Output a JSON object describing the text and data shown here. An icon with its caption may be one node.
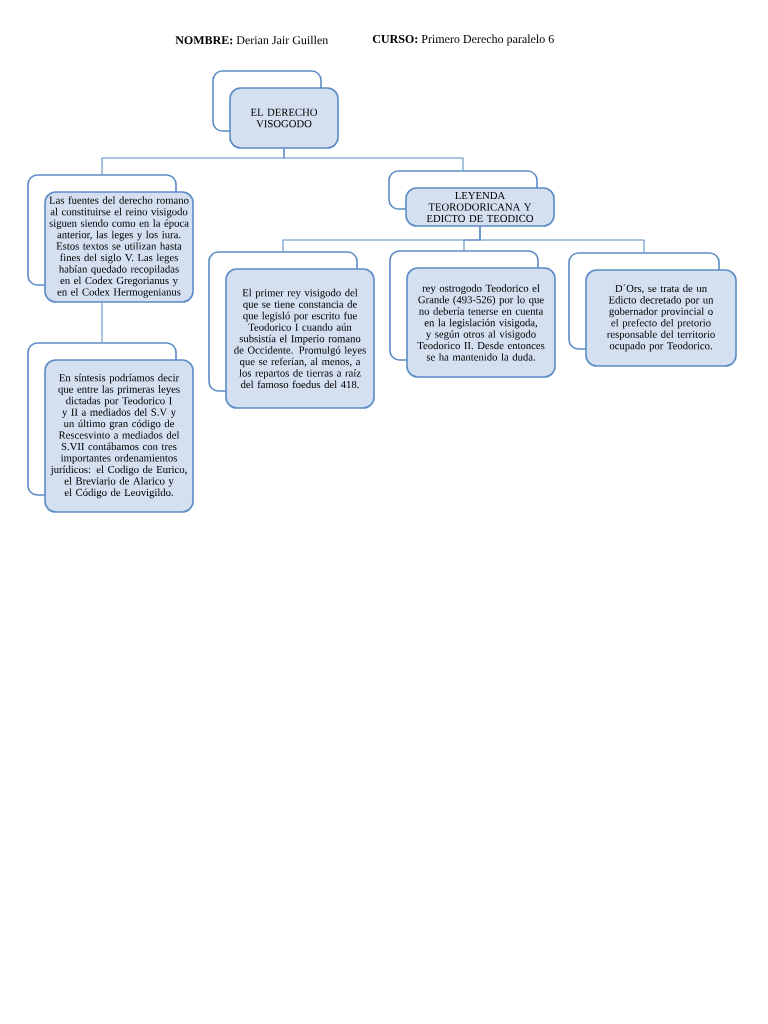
{
  "diagram": {
    "nodes": [
      {
        "text": [
          "EL DERECHO VISOGODO"
        ]
      },
      {
        "text": [
          "Las fuentes del derecho romano al constituirse el reino visigodo siguen siendo como en la época anterior, las leges y los iura. Estos textos se utilizan hasta fines del siglo V. Las leges habían quedado recopiladas en el Codex Gregorianus y en el Codex Hermogenianus"
        ]
      },
      {
        "text": [
          "En síntesis podríamos decir que entre las primeras leyes dictadas por Teodorico I y II a mediados del S.V y un último gran código de Rescesvinto a mediados del S.VII contábamos con tres importantes ordenamientos jurídicos: el Codigo de Eurico, el Breviario de Alarico y el Código de Leovigildo."
        ]
      },
      {
        "text": [
          "LEYENDA TEORODORICANA Y EDICTO DE TEODICO"
        ]
      },
      {
        "text": [
          "El primer rey visigodo del que se tiene constancia de que legisló por escrito fue Teodorico I cuando aún subsistía el Imperio romano de Occidente. Promulgó leyes que se referían, al menos, a los repartos de tierras a raíz del famoso foedus del 418."
        ]
      },
      {
        "text": [
          "rey ostrogodo Teodorico el Grande (493-526) por lo que no debería tenerse en cuenta en la legislación visigoda, y según otros al visigodo Teodorico II. Desde entonces se ha mantenido la duda."
        ]
      },
      {
        "text": [
          "D´Ors, se trata de un Edicto decretado por un gobernador provincial o el prefecto del pretorio responsable del territorio ocupado por Teodorico."
        ]
      }
    ],
    "edges": [
      {
        "from": 0,
        "to": 1,
        "arrow": "none"
      },
      {
        "from": 0,
        "to": 3,
        "arrow": "none"
      },
      {
        "from": 1,
        "to": 2,
        "arrow": "none"
      },
      {
        "from": 3,
        "to": 4,
        "arrow": "none"
      },
      {
        "from": 3,
        "to": 5,
        "arrow": "none"
      },
      {
        "from": 3,
        "to": 6,
        "arrow": "none"
      }
    ],
    "labels": [
      "**NOMBRE:** Derian Jair Guillen",
      "**CURSO:** Primero Derecho paralelo 6"
    ]
  }
}
